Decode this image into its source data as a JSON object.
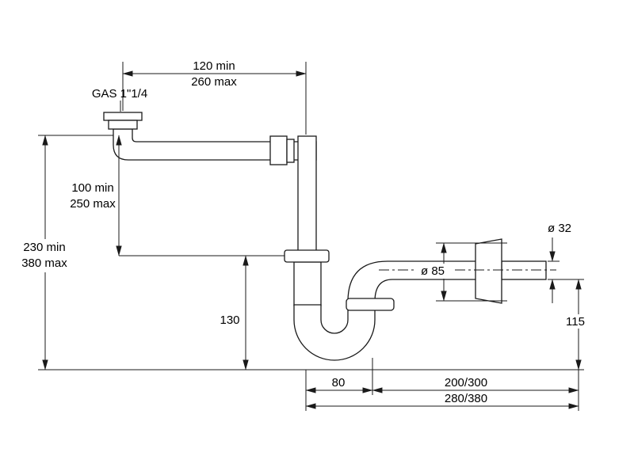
{
  "drawing": {
    "connection_label": "GAS 1\"1/4",
    "dimensions": {
      "top_width_min": "120 min",
      "top_width_max": "260 max",
      "left_height_min": "230 min",
      "left_height_max": "380 max",
      "inner_height_min": "100 min",
      "inner_height_max": "250 max",
      "trap_drop": "130",
      "trap_offset": "80",
      "outlet_run": "200/300",
      "total_run": "280/380",
      "outlet_height": "115",
      "rosette_diameter": "ø 85",
      "pipe_diameter": "ø 32"
    },
    "colors": {
      "line": "#1a1a1a",
      "background": "#ffffff"
    }
  }
}
